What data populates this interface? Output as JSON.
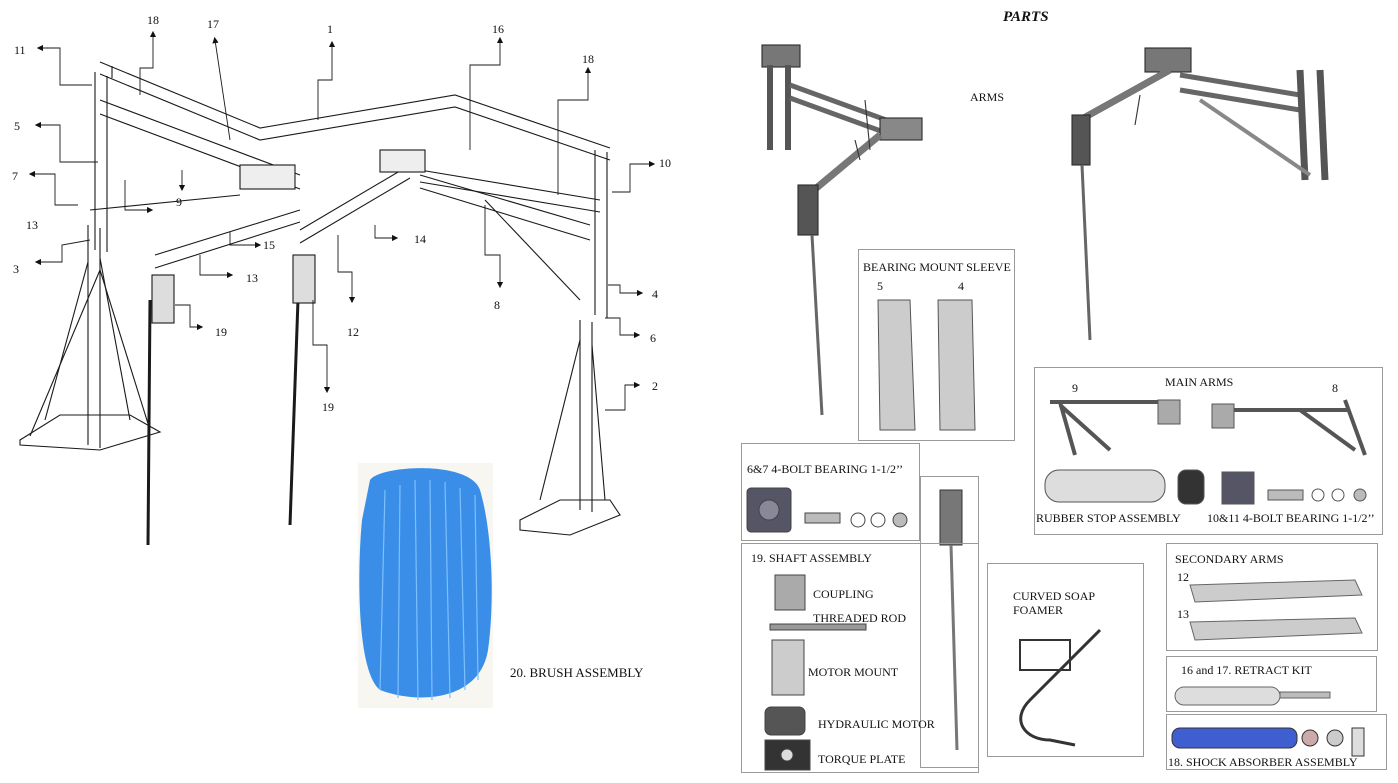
{
  "page": {
    "title": "PARTS"
  },
  "callouts": [
    "18",
    "17",
    "1",
    "16",
    "18",
    "11",
    "5",
    "7",
    "13",
    "3",
    "9",
    "15",
    "13",
    "10",
    "14",
    "4",
    "8",
    "6",
    "12",
    "19",
    "19",
    "2"
  ],
  "parts": {
    "arms": "ARMS",
    "bearing_mount_sleeve": {
      "title": "BEARING MOUNT SLEEVE",
      "left_num": "5",
      "right_num": "4"
    },
    "main_arms": {
      "title": "MAIN ARMS",
      "left_num": "9",
      "right_num": "8",
      "rubber_stop": "RUBBER STOP ASSEMBLY",
      "bearing_10_11": "10&11 4-BOLT BEARING 1-1/2’’"
    },
    "bearing_6_7": "6&7 4-BOLT BEARING 1-1/2’’",
    "shaft_assembly": {
      "title": "19. SHAFT ASSEMBLY",
      "items": [
        "COUPLING",
        "THREADED ROD",
        "MOTOR MOUNT",
        "HYDRAULIC MOTOR",
        "TORQUE PLATE"
      ]
    },
    "curved_soap_foamer": [
      "CURVED SOAP",
      "FOAMER"
    ],
    "secondary_arms": {
      "title": "SECONDARY ARMS",
      "num_a": "12",
      "num_b": "13"
    },
    "retract_kit": "16 and 17. RETRACT KIT",
    "shock_absorber": "18. SHOCK ABSORBER ASSEMBLY",
    "brush": "20. BRUSH ASSEMBLY"
  },
  "colors": {
    "line": "#1a1a1a",
    "metal": "#8f8f8f",
    "dark_metal": "#4a4a4a",
    "shock_blue": "#3f5fd0",
    "brush_blue": "#3a8ee8"
  }
}
